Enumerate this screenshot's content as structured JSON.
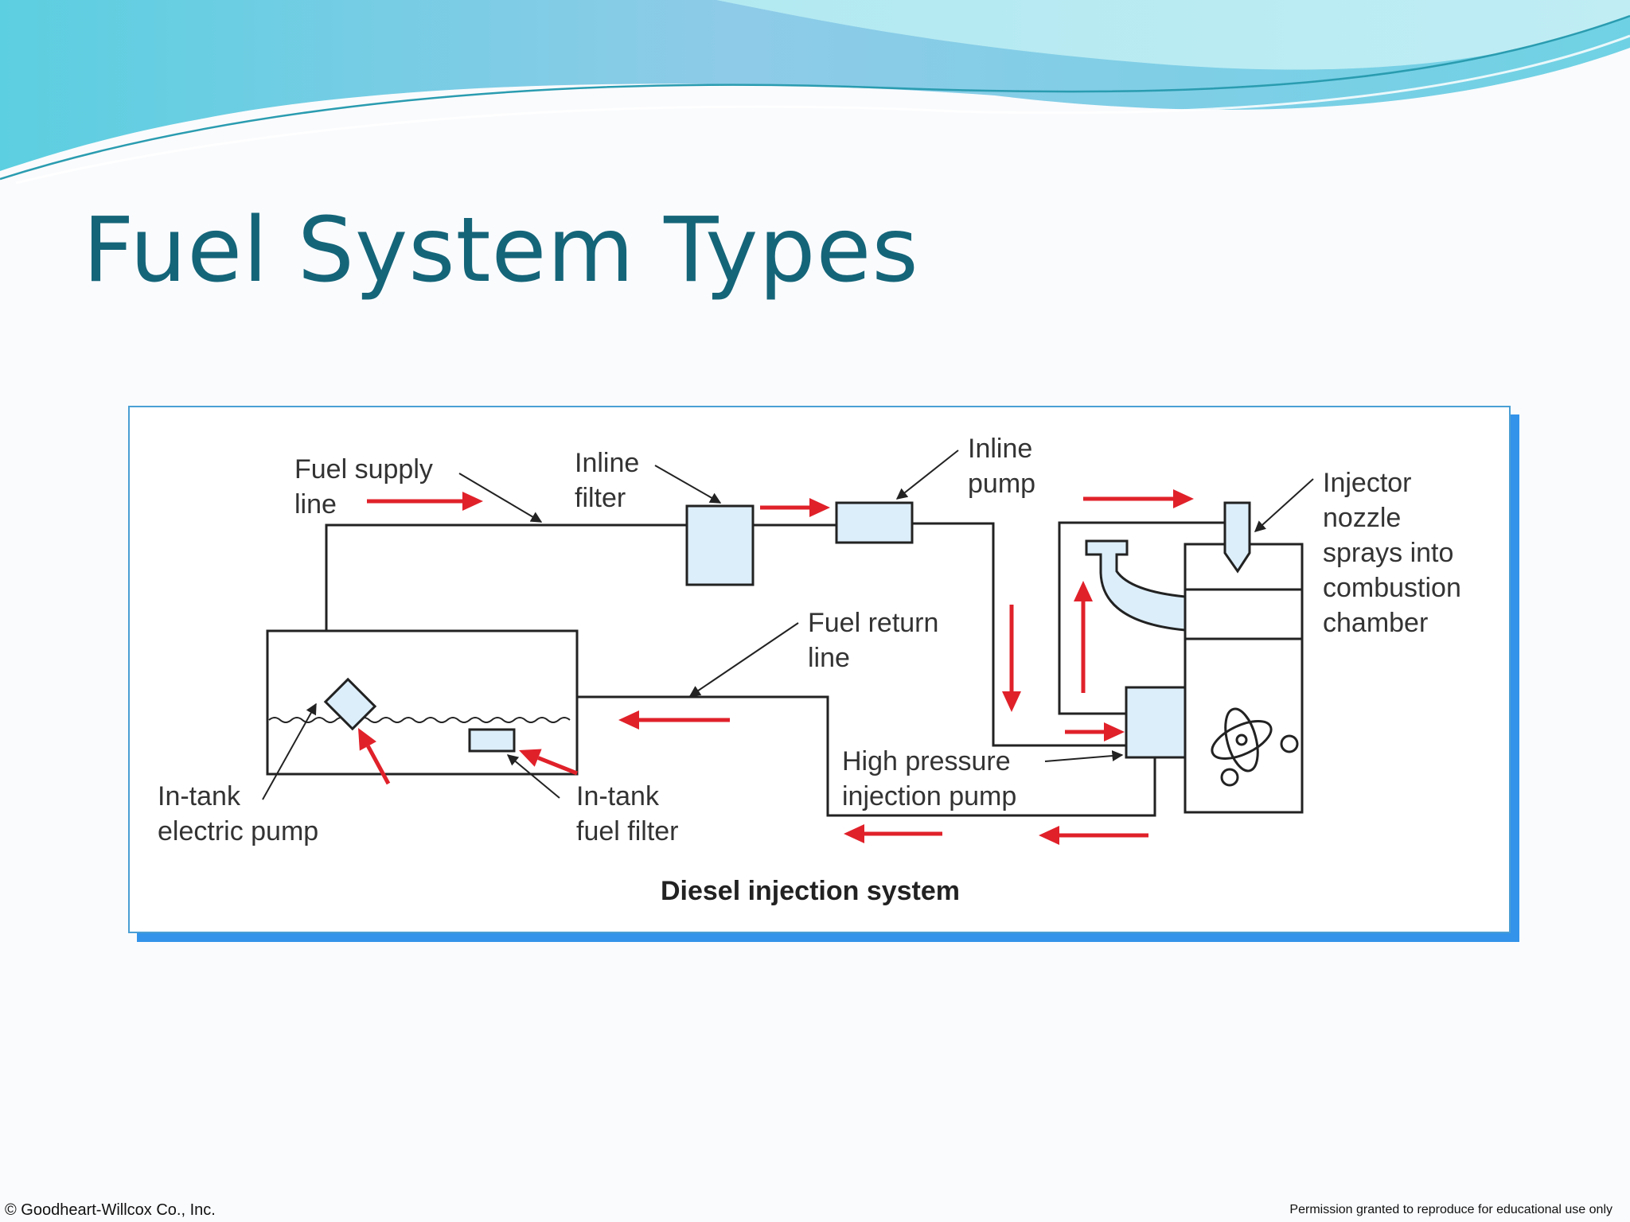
{
  "slide": {
    "title": "Fuel System Types",
    "footer_left": "© Goodheart-Willcox Co., Inc.",
    "footer_right": "Permission granted to reproduce for educational use only"
  },
  "diagram": {
    "caption": "Diesel injection system",
    "labels": {
      "fuel_supply_line": [
        "Fuel supply",
        "line"
      ],
      "inline_filter": [
        "Inline",
        "filter"
      ],
      "inline_pump": [
        "Inline",
        "pump"
      ],
      "injector_nozzle": [
        "Injector",
        "nozzle",
        "sprays into",
        "combustion",
        "chamber"
      ],
      "fuel_return_line": [
        "Fuel return",
        "line"
      ],
      "high_pressure_pump": [
        "High pressure",
        "injection pump"
      ],
      "in_tank_electric_pump": [
        "In-tank",
        "electric pump"
      ],
      "in_tank_fuel_filter": [
        "In-tank",
        "fuel filter"
      ]
    }
  },
  "colors": {
    "title": "#156579",
    "frame_border": "#4a9fd4",
    "frame_shadow": "#3393ea",
    "component_fill": "#dceefa",
    "flow_arrow": "#e0212a",
    "line": "#222222"
  }
}
